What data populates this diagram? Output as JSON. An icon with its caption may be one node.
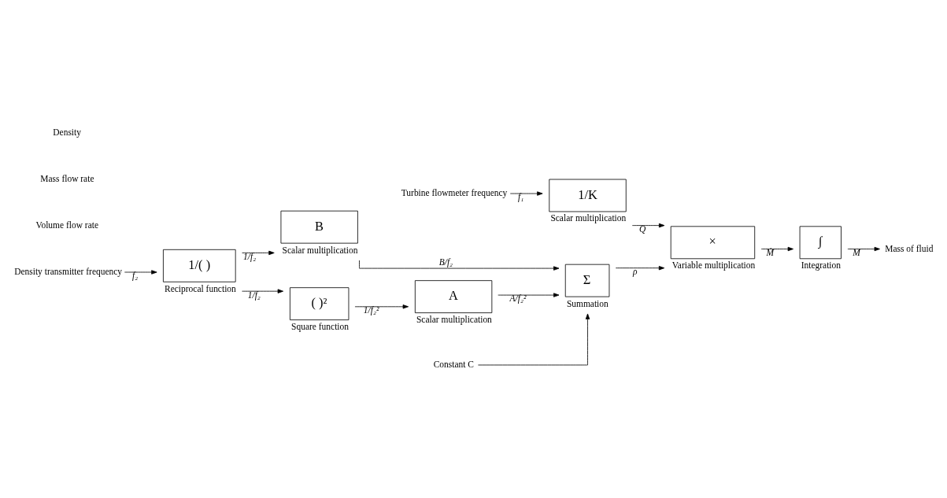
{
  "diagram": {
    "nodes": [
      {
        "text": [
          "Turbine flowmeter frequency"
        ]
      },
      {
        "text": [
          "1/K"
        ],
        "beside": [
          "Scalar multiplication"
        ]
      },
      {
        "text": [
          "×"
        ],
        "beside": [
          "Variable multiplication"
        ]
      },
      {
        "text": [
          "∫"
        ],
        "beside": [
          "Integration"
        ]
      },
      {
        "text": [
          "Mass of fluid"
        ]
      },
      {
        "text": [
          "Density transmitter frequency"
        ]
      },
      {
        "text": [
          "1/( )"
        ],
        "beside": [
          "Reciprocal function"
        ]
      },
      {
        "text": [
          "B"
        ],
        "beside": [
          "Scalar multiplication"
        ]
      },
      {
        "text": [
          "( )²"
        ],
        "beside": [
          "Square function"
        ]
      },
      {
        "text": [
          "A"
        ],
        "beside": [
          "Scalar multiplication"
        ]
      },
      {
        "text": [
          "Σ"
        ],
        "beside": [
          "Summation"
        ]
      },
      {
        "text": [
          "Constant C"
        ]
      }
    ],
    "edges": [
      {
        "from": 0,
        "to": 1,
        "arrow": "to",
        "label": "f₁"
      },
      {
        "from": 1,
        "to": 2,
        "arrow": "to",
        "label": "Q"
      },
      {
        "from": 2,
        "to": 3,
        "arrow": "to",
        "label": "Ṁ"
      },
      {
        "from": 3,
        "to": 4,
        "arrow": "to",
        "label": "M"
      },
      {
        "from": 5,
        "to": 6,
        "arrow": "to",
        "label": "f₂"
      },
      {
        "from": 6,
        "to": 7,
        "arrow": "to",
        "label": "1/f₂"
      },
      {
        "from": 6,
        "to": 8,
        "arrow": "to",
        "label": "1/f₂"
      },
      {
        "from": 8,
        "to": 9,
        "arrow": "to",
        "label": "1/f₂²"
      },
      {
        "from": 7,
        "to": 10,
        "arrow": "to",
        "label": "B/f₂"
      },
      {
        "from": 9,
        "to": 10,
        "arrow": "to",
        "label": "A/f₂²"
      },
      {
        "from": 11,
        "to": 10,
        "arrow": "to"
      },
      {
        "from": 10,
        "to": 2,
        "arrow": "to",
        "label": "ρ"
      }
    ],
    "labels": [
      "Volume flow rate",
      "Mass flow rate",
      "Density"
    ]
  }
}
